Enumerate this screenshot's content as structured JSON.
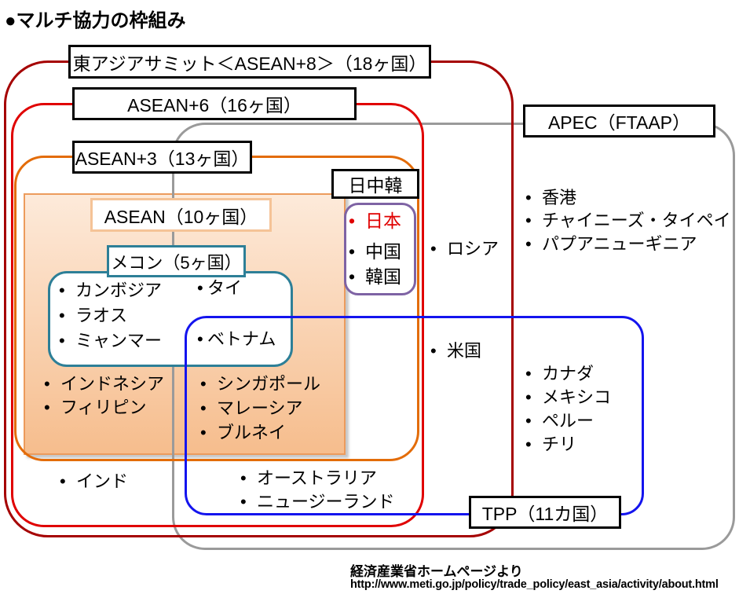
{
  "title": "●マルチ協力の枠組み",
  "labels": {
    "eas": "東アジアサミット＜ASEAN+8＞（18ヶ国）",
    "asean6": "ASEAN+6（16ヶ国）",
    "apec": "APEC（FTAAP）",
    "asean3": "ASEAN+3（13ヶ国）",
    "asean": "ASEAN（10ヶ国）",
    "mekong": "メコン（5ヶ国）",
    "jck": "日中韓",
    "tpp": "TPP（11カ国）"
  },
  "members": {
    "japan": "日本",
    "china": "中国",
    "korea": "韓国",
    "cambodia": "カンボジア",
    "laos": "ラオス",
    "myanmar": "ミャンマー",
    "thailand": "タイ",
    "vietnam": "ベトナム",
    "indonesia": "インドネシア",
    "philippines": "フィリピン",
    "singapore": "シンガポール",
    "malaysia": "マレーシア",
    "brunei": "ブルネイ",
    "russia": "ロシア",
    "usa": "米国",
    "hongkong": "香港",
    "chinese_taipei": "チャイニーズ・タイペイ",
    "png": "パプアニューギニア",
    "canada": "カナダ",
    "mexico": "メキシコ",
    "peru": "ペルー",
    "chile": "チリ",
    "india": "インド",
    "australia": "オーストラリア",
    "newzealand": "ニュージーランド"
  },
  "source": {
    "credit": "経済産業省ホームページより",
    "url": "http://www.meti.go.jp/policy/trade_policy/east_asia/activity/about.html"
  },
  "colors": {
    "eas_border": "#a50000",
    "asean6_border": "#e00000",
    "apec_border": "#9a9a9a",
    "asean3_border": "#e36c09",
    "asean_fill_top": "#fdeada",
    "asean_fill_bottom": "#f6bd8d",
    "asean_fill_border": "#ec9b5c",
    "mekong_border": "#2d7f97",
    "jck_border": "#7e63a4",
    "tpp_border": "#1414ee",
    "japan_text": "#e00000"
  }
}
